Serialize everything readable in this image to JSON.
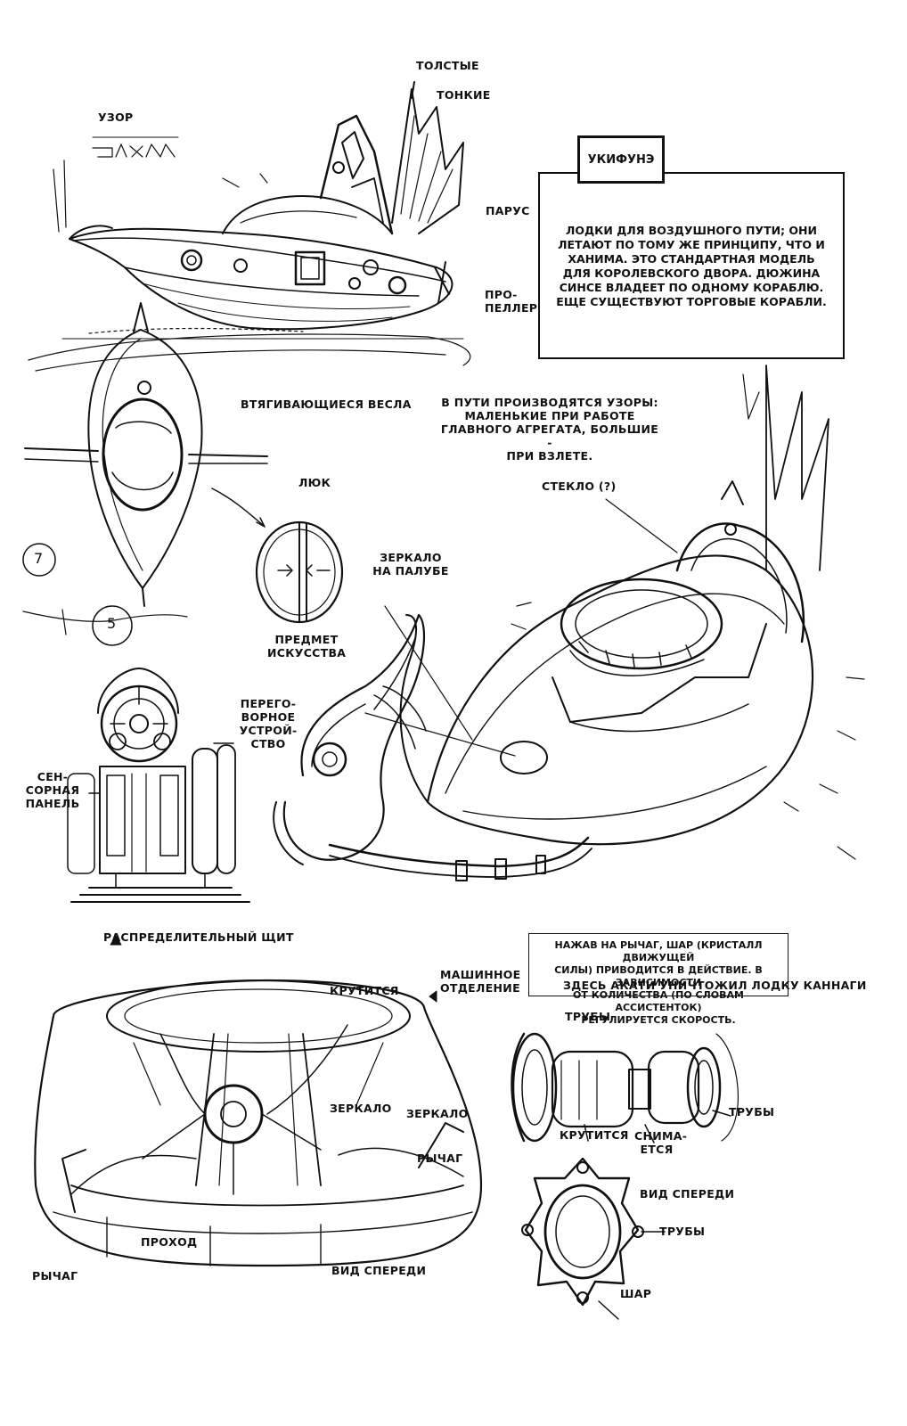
{
  "title_box": "УКИФУНЭ",
  "description": "ЛОДКИ ДЛЯ ВОЗДУШНОГО ПУТИ; ОНИ\nЛЕТАЮТ ПО ТОМУ ЖЕ ПРИНЦИПУ, ЧТО И\nХАНИМА. ЭТО СТАНДАРТНАЯ МОДЕЛЬ\nДЛЯ КОРОЛЕВСКОГО ДВОРА. ДЮЖИНА\nСИНСЕ ВЛАДЕЕТ ПО ОДНОМУ КОРАБЛЮ.\nЕЩЕ СУЩЕСТВУЮТ ТОРГОВЫЕ КОРАБЛИ.",
  "lever_note": "НАЖАВ НА РЫЧАГ, ШАР (КРИСТАЛЛ ДВИЖУЩЕЙ\nСИЛЫ) ПРИВОДИТСЯ В ДЕЙСТВИЕ. В ЗАВИСИМОСТИ\nОТ КОЛИЧЕСТВА (ПО СЛОВАМ АССИСТЕНТОК)\nРЕГУЛИРУЕТСЯ СКОРОСТЬ.",
  "labels": {
    "thick": "ТОЛСТЫЕ",
    "thin": "ТОНКИЕ",
    "pattern": "УЗОР",
    "sail": "ПАРУС",
    "propeller": "ПРО-\nПЕЛЛЕР",
    "oars": "ВТЯГИВАЮЩИЕСЯ ВЕСЛА",
    "patterns_note": "В ПУТИ ПРОИЗВОДЯТСЯ УЗОРЫ:\nМАЛЕНЬКИЕ ПРИ РАБОТЕ\nГЛАВНОГО АГРЕГАТА, БОЛЬШИЕ -\nПРИ ВЗЛЕТЕ.",
    "hatch": "ЛЮК",
    "glass": "СТЕКЛО (?)",
    "deck_mirror": "ЗЕРКАЛО\nНА ПАЛУБЕ",
    "art_object": "ПРЕДМЕТ\nИСКУССТВА",
    "intercom": "ПЕРЕГО-\nВОРНОЕ\nУСТРОЙ-\nСТВО",
    "touch_panel": "СЕН-\nСОРНАЯ\nПАНЕЛЬ",
    "switchboard": "РАСПРЕДЕЛИТЕЛЬНЫЙ ЩИТ",
    "engine_room": "МАШИННОЕ\nОТДЕЛЕНИЕ",
    "rotates_1": "КРУТИТСЯ",
    "mirror_1": "ЗЕРКАЛО",
    "mirror_2": "ЗЕРКАЛО",
    "lever_1": "РЫЧАГ",
    "passage": "ПРОХОД",
    "lever_2": "РЫЧАГ",
    "front_view_1": "ВИД СПЕРЕДИ",
    "akati_note": "ЗДЕСЬ АКАТИ УНИЧТОЖИЛ ЛОДКУ КАННАГИ",
    "pipes_1": "ТРУБЫ",
    "pipes_2": "ТРУБЫ",
    "rotates_2": "КРУТИТСЯ",
    "removable": "СНИМА-\nЕТСЯ",
    "front_view_2": "ВИД СПЕРЕДИ",
    "pipes_3": "ТРУБЫ",
    "sphere": "ШАР"
  },
  "margin_numbers": [
    "7",
    "5"
  ],
  "colors": {
    "ink": "#111111",
    "paper": "#ffffff"
  }
}
